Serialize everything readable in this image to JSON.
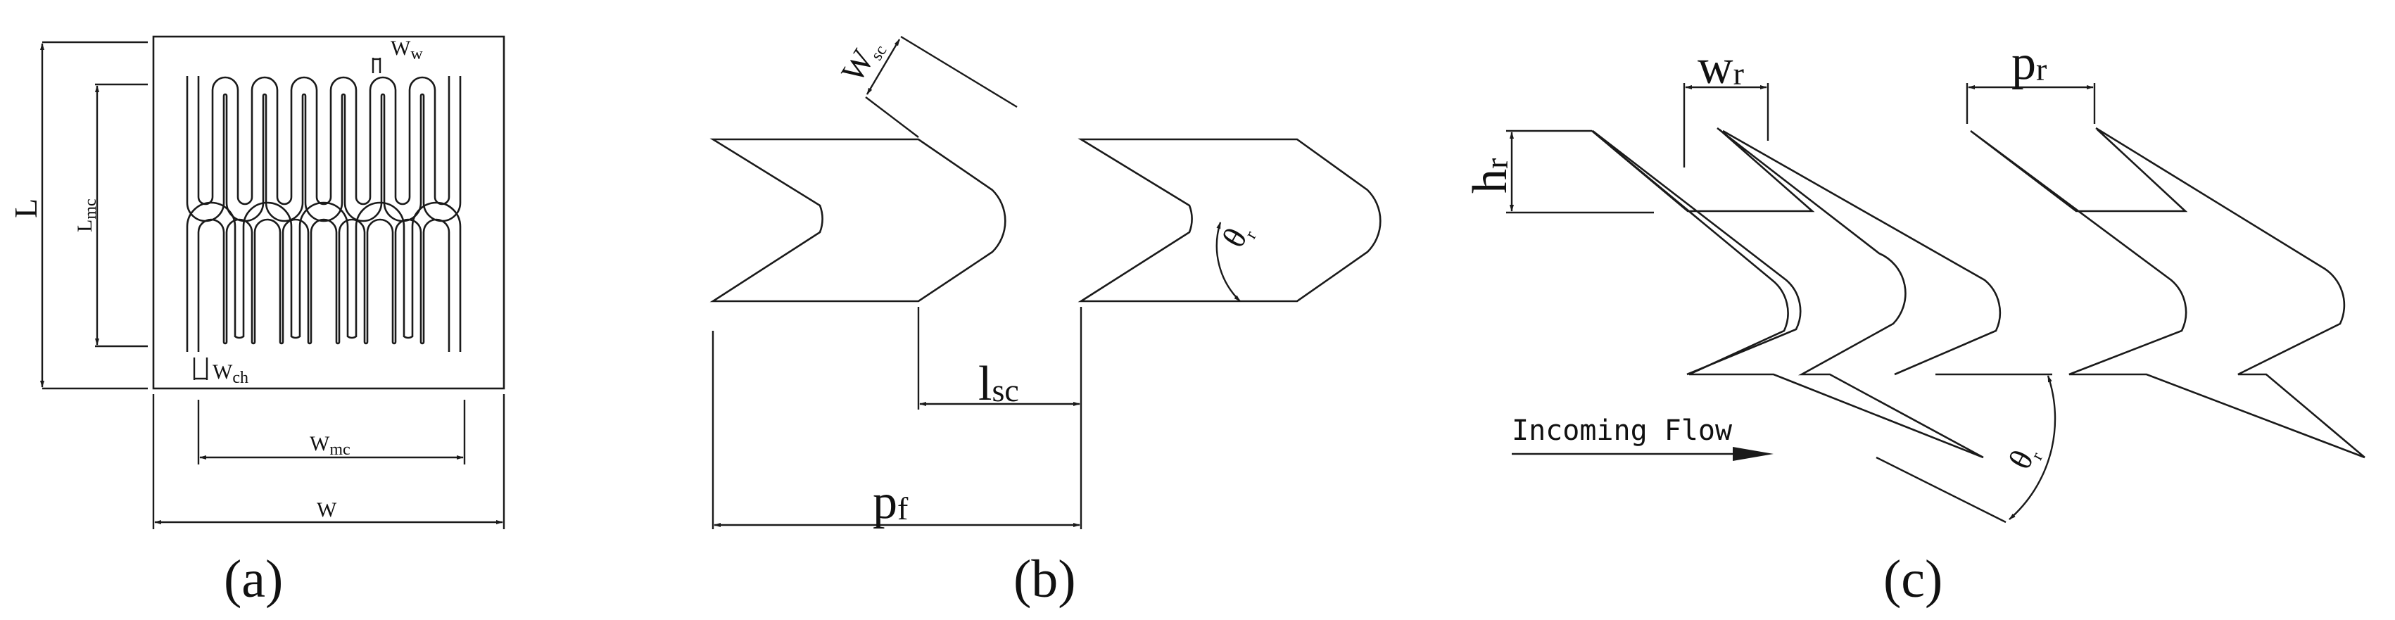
{
  "panels": {
    "a": {
      "caption": "(a)",
      "labels": {
        "L": "L",
        "L_mc": "L",
        "L_mc_sub": "mc",
        "W_w": "W",
        "W_w_sub": "w",
        "W_ch": "W",
        "W_ch_sub": "ch",
        "W_mc": "W",
        "W_mc_sub": "mc",
        "W": "W"
      }
    },
    "b": {
      "caption": "(b)",
      "labels": {
        "W_sc": "W",
        "W_sc_sub": "sc",
        "theta": "θ",
        "theta_sub": "r",
        "l_sc": "l",
        "l_sc_sub": "sc",
        "p_f": "p",
        "p_f_sub": "f"
      }
    },
    "c": {
      "caption": "(c)",
      "labels": {
        "w_r": "w",
        "w_r_sub": "r",
        "p_r": "p",
        "p_r_sub": "r",
        "h_r": "h",
        "h_r_sub": "r",
        "theta": "θ",
        "theta_sub": "r",
        "flow": "Incoming Flow"
      }
    }
  },
  "colors": {
    "line": "#1a1a1a",
    "background": "#ffffff"
  }
}
